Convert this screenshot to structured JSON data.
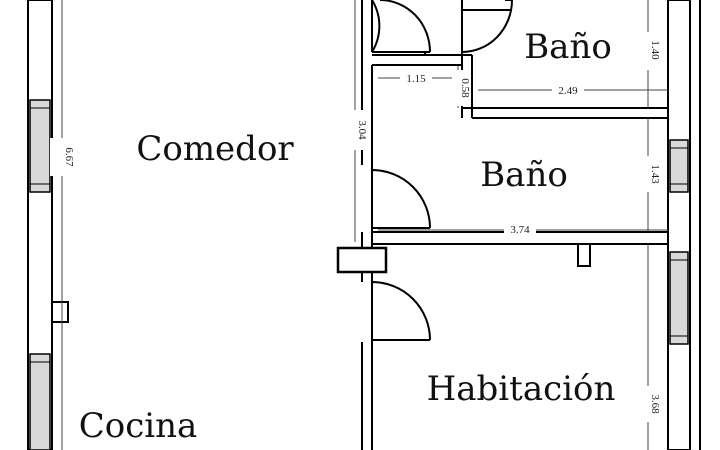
{
  "rooms": {
    "comedor": "Comedor",
    "cocina": "Cocina",
    "bano_top": "Baño",
    "bano_mid": "Baño",
    "habitacion": "Habitación"
  },
  "dimensions": {
    "comedor_height": "6.67",
    "hall_height": "3.04",
    "closet_width": "1.15",
    "closet_depth": "0.58",
    "bano_top_width": "2.49",
    "bano_top_height": "1.40",
    "bano_mid_height": "1.43",
    "bano_mid_width": "3.74",
    "habitacion_height": "3.68"
  },
  "colors": {
    "wall_fill": "#ffffff",
    "wall_stroke": "#000000",
    "window_fill": "#d9d9d9",
    "dimension_line": "#444444"
  }
}
